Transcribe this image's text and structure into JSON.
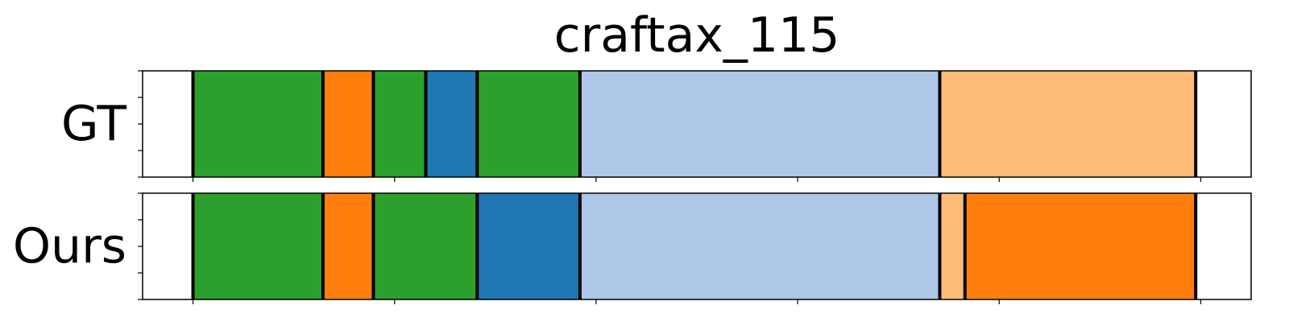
{
  "chart_data": {
    "type": "bar",
    "title": "craftax_115",
    "x_range": [
      0,
      1100
    ],
    "x_ticks": [
      50,
      250,
      450,
      650,
      850,
      1050
    ],
    "grid": false,
    "rows": [
      {
        "label": "GT",
        "segments": [
          {
            "start": 50,
            "end": 179,
            "color": "#2ca02c"
          },
          {
            "start": 179,
            "end": 229,
            "color": "#ff7f0e"
          },
          {
            "start": 229,
            "end": 281,
            "color": "#2ca02c"
          },
          {
            "start": 281,
            "end": 332,
            "color": "#1f77b4"
          },
          {
            "start": 332,
            "end": 434,
            "color": "#2ca02c"
          },
          {
            "start": 434,
            "end": 791,
            "color": "#aec7e8"
          },
          {
            "start": 791,
            "end": 1045,
            "color": "#ffbb78"
          }
        ]
      },
      {
        "label": "Ours",
        "segments": [
          {
            "start": 50,
            "end": 179,
            "color": "#2ca02c"
          },
          {
            "start": 179,
            "end": 229,
            "color": "#ff7f0e"
          },
          {
            "start": 229,
            "end": 332,
            "color": "#2ca02c"
          },
          {
            "start": 332,
            "end": 434,
            "color": "#1f77b4"
          },
          {
            "start": 434,
            "end": 791,
            "color": "#aec7e8"
          },
          {
            "start": 791,
            "end": 816,
            "color": "#ffbb78"
          },
          {
            "start": 816,
            "end": 1045,
            "color": "#ff7f0e"
          }
        ]
      }
    ]
  }
}
